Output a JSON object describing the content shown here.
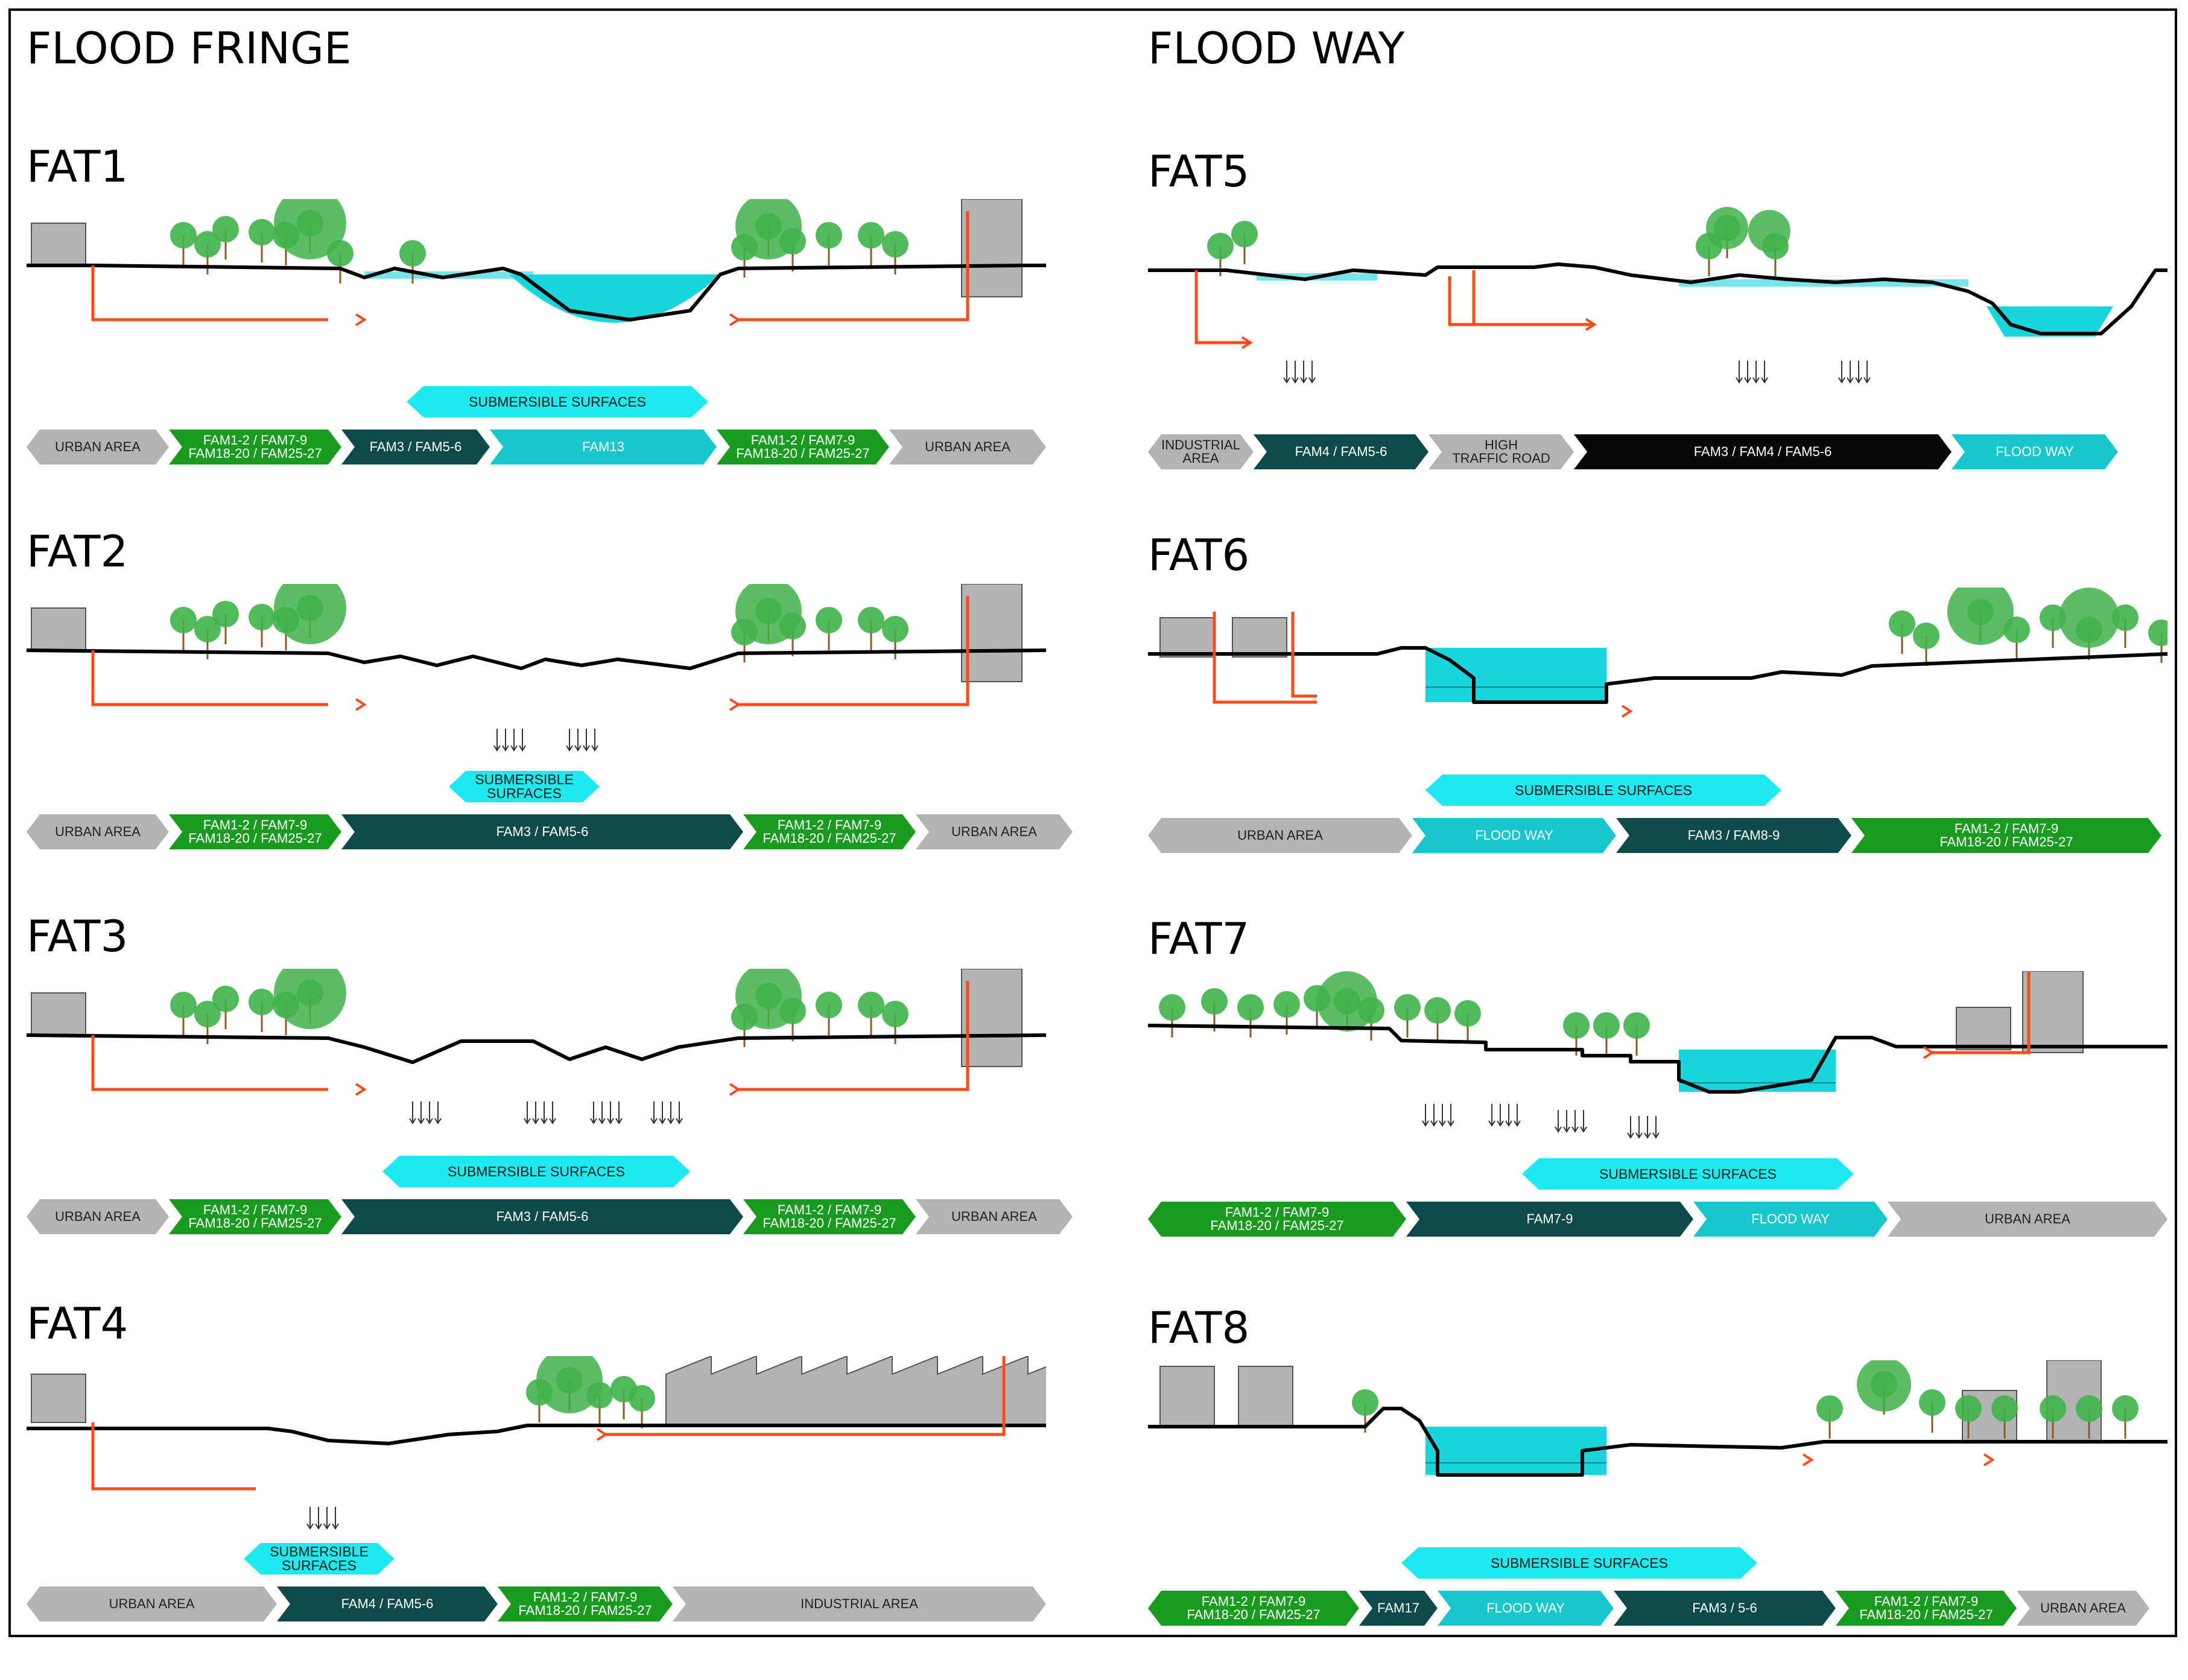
{
  "colors": {
    "water": "#18d4dc",
    "tree": "#3fb24a",
    "pipe": "#ff4a1a",
    "building": "#b3b3b3",
    "urban": "#b3b3b3",
    "green": "#1a9a20",
    "dark": "#0e4a4a",
    "teal": "#18c7cc",
    "black": "#080808",
    "submersible": "#1de9ef"
  },
  "headings": {
    "left": "FLOOD FRINGE",
    "right": "FLOOD WAY"
  },
  "panels": [
    {
      "title": "FAT1",
      "submersible": "SUBMERSIBLE SURFACES",
      "segments": [
        {
          "label": "URBAN AREA",
          "kind": "urban"
        },
        {
          "label": "FAM1-2 / FAM7-9\nFAM18-20 / FAM25-27",
          "kind": "green"
        },
        {
          "label": "FAM3 / FAM5-6",
          "kind": "dark"
        },
        {
          "label": "FAM13",
          "kind": "teal"
        },
        {
          "label": "FAM1-2 / FAM7-9\nFAM18-20 / FAM25-27",
          "kind": "green"
        },
        {
          "label": "URBAN AREA",
          "kind": "urban"
        }
      ]
    },
    {
      "title": "FAT2",
      "submersible": "SUBMERSIBLE\nSURFACES",
      "segments": [
        {
          "label": "URBAN AREA",
          "kind": "urban"
        },
        {
          "label": "FAM1-2 / FAM7-9\nFAM18-20 / FAM25-27",
          "kind": "green"
        },
        {
          "label": "FAM3 / FAM5-6",
          "kind": "dark"
        },
        {
          "label": "FAM1-2 / FAM7-9\nFAM18-20 / FAM25-27",
          "kind": "green"
        },
        {
          "label": "URBAN AREA",
          "kind": "urban"
        }
      ]
    },
    {
      "title": "FAT3",
      "submersible": "SUBMERSIBLE SURFACES",
      "segments": [
        {
          "label": "URBAN AREA",
          "kind": "urban"
        },
        {
          "label": "FAM1-2 / FAM7-9\nFAM18-20 / FAM25-27",
          "kind": "green"
        },
        {
          "label": "FAM3 / FAM5-6",
          "kind": "dark"
        },
        {
          "label": "FAM1-2 / FAM7-9\nFAM18-20 / FAM25-27",
          "kind": "green"
        },
        {
          "label": "URBAN AREA",
          "kind": "urban"
        }
      ]
    },
    {
      "title": "FAT4",
      "submersible": "SUBMERSIBLE\nSURFACES",
      "segments": [
        {
          "label": "URBAN AREA",
          "kind": "urban"
        },
        {
          "label": "FAM4 / FAM5-6",
          "kind": "dark"
        },
        {
          "label": "FAM1-2 / FAM7-9\nFAM18-20 / FAM25-27",
          "kind": "green"
        },
        {
          "label": "INDUSTRIAL AREA",
          "kind": "industrial"
        }
      ]
    },
    {
      "title": "FAT5",
      "submersible": "",
      "segments": [
        {
          "label": "INDUSTRIAL\nAREA",
          "kind": "industrial"
        },
        {
          "label": "FAM4 / FAM5-6",
          "kind": "dark"
        },
        {
          "label": "HIGH\nTRAFFIC ROAD",
          "kind": "road"
        },
        {
          "label": "FAM3 / FAM4 / FAM5-6",
          "kind": "black"
        },
        {
          "label": "FLOOD WAY",
          "kind": "teal"
        }
      ]
    },
    {
      "title": "FAT6",
      "submersible": "SUBMERSIBLE SURFACES",
      "segments": [
        {
          "label": "URBAN AREA",
          "kind": "urban"
        },
        {
          "label": "FLOOD WAY",
          "kind": "teal"
        },
        {
          "label": "FAM3 / FAM8-9",
          "kind": "dark"
        },
        {
          "label": "FAM1-2 / FAM7-9\nFAM18-20 / FAM25-27",
          "kind": "green"
        }
      ]
    },
    {
      "title": "FAT7",
      "submersible": "SUBMERSIBLE SURFACES",
      "segments": [
        {
          "label": "FAM1-2 / FAM7-9\nFAM18-20 / FAM25-27",
          "kind": "green"
        },
        {
          "label": "FAM7-9",
          "kind": "dark"
        },
        {
          "label": "FLOOD WAY",
          "kind": "teal"
        },
        {
          "label": "URBAN AREA",
          "kind": "urban"
        }
      ]
    },
    {
      "title": "FAT8",
      "submersible": "SUBMERSIBLE SURFACES",
      "segments": [
        {
          "label": "FAM1-2 / FAM7-9\nFAM18-20 / FAM25-27",
          "kind": "green"
        },
        {
          "label": "FAM17",
          "kind": "dark"
        },
        {
          "label": "FLOOD WAY",
          "kind": "teal"
        },
        {
          "label": "FAM3 / 5-6",
          "kind": "dark"
        },
        {
          "label": "FAM1-2 / FAM7-9\nFAM18-20 / FAM25-27",
          "kind": "green"
        },
        {
          "label": "URBAN AREA",
          "kind": "urban"
        }
      ]
    }
  ]
}
